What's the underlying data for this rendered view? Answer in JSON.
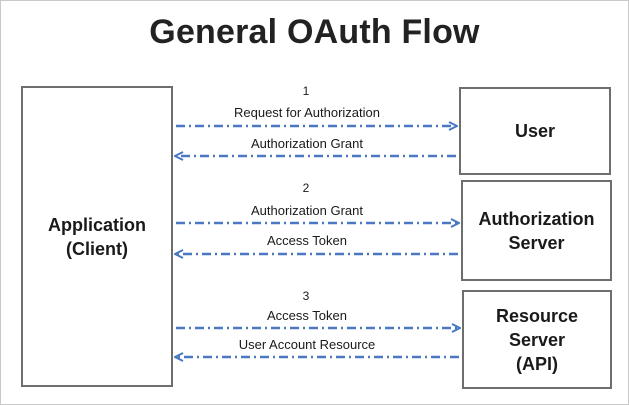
{
  "title": "General OAuth Flow",
  "client": {
    "label": "Application\n(Client)"
  },
  "user": {
    "label": "User"
  },
  "authorization_server": {
    "label": "Authorization\nServer"
  },
  "resource_server": {
    "label": "Resource\nServer\n(API)"
  },
  "steps": [
    {
      "number": "1",
      "request": "Request for Authorization",
      "response": "Authorization Grant"
    },
    {
      "number": "2",
      "request": "Authorization Grant",
      "response": "Access Token"
    },
    {
      "number": "3",
      "request": "Access Token",
      "response": "User Account Resource"
    }
  ],
  "colors": {
    "arrow": "#4a78c2",
    "box_border": "#6e6e6e",
    "frame_border": "#c9c9c9"
  }
}
